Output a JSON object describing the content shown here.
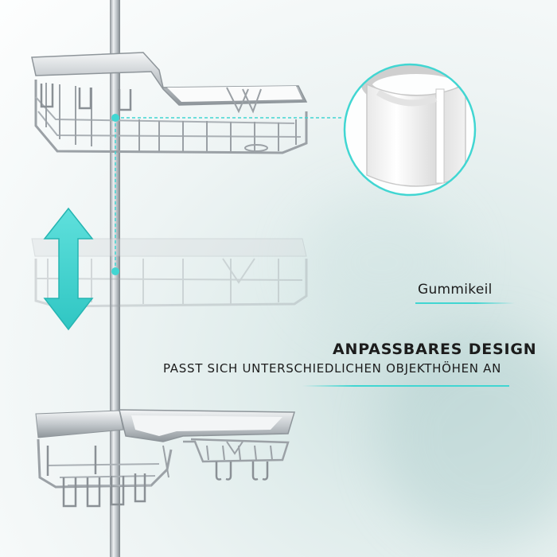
{
  "rubber_wedge_label": "Gummikeil",
  "heading": "ANPASSBARES DESIGN",
  "subheading": "PASST SICH UNTERSCHIEDLICHEN OBJEKTHÖHEN AN",
  "colors": {
    "accent": "#41d6d2",
    "text": "#1c1c1c",
    "metal": "#b9bec3"
  },
  "icons": [
    "adjust-height-double-arrow-icon"
  ]
}
